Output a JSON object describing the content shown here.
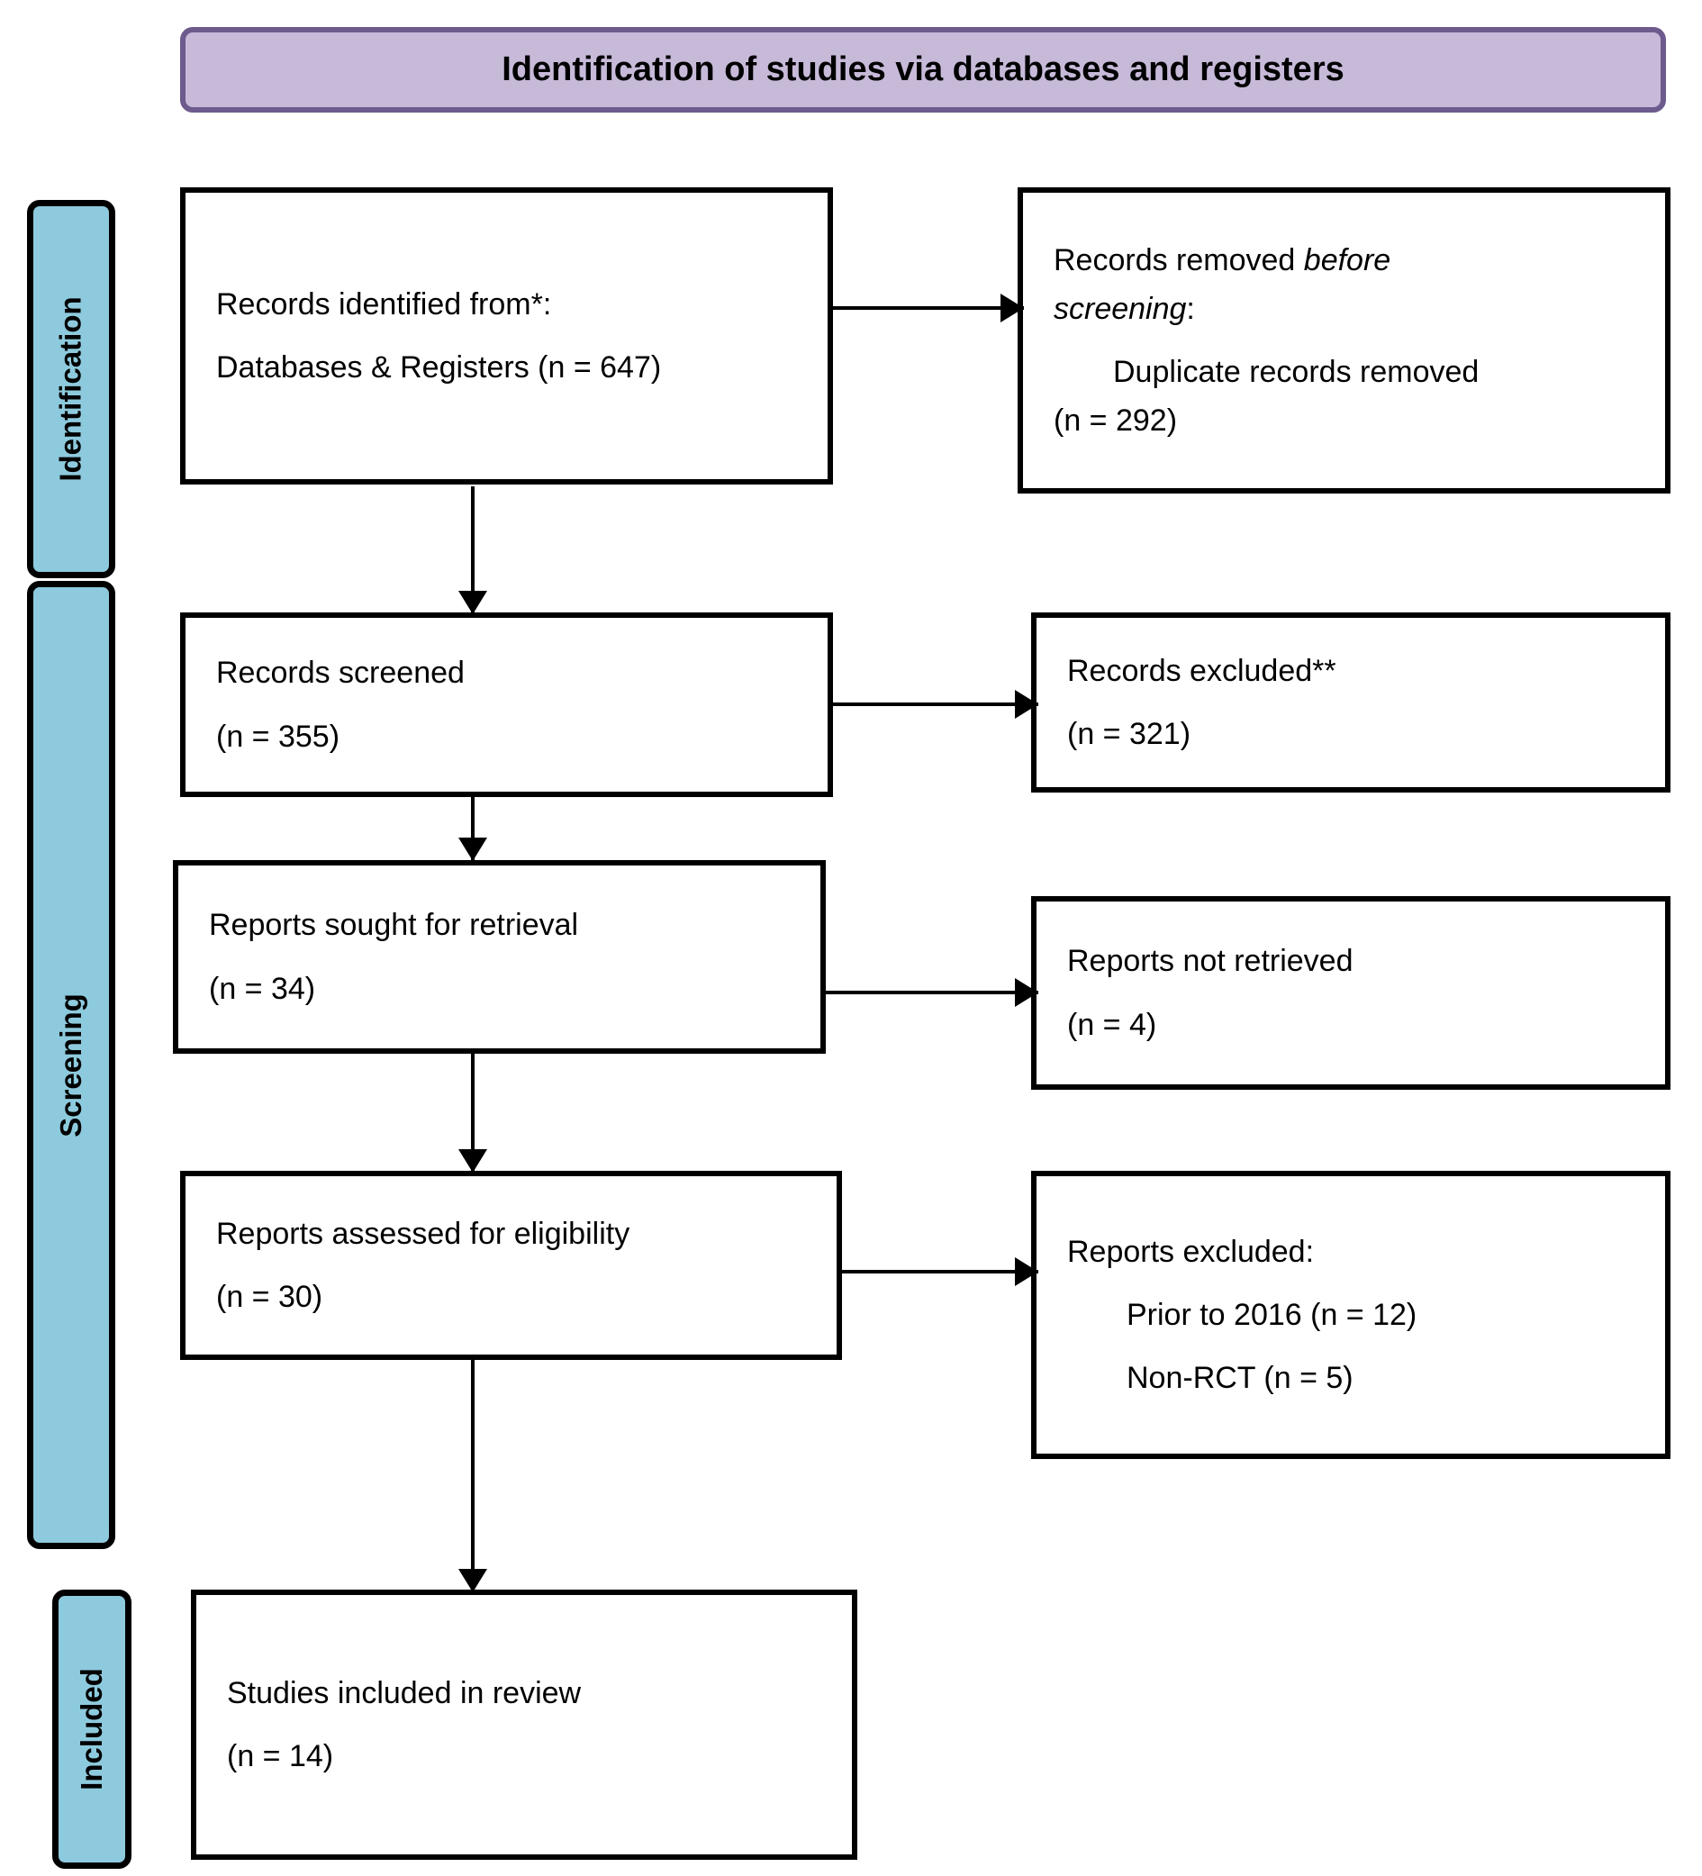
{
  "header": {
    "title": "Identification of studies via databases and registers",
    "fill_color": "#c7bad9",
    "border_color": "#6d5b8d"
  },
  "phases": {
    "fill_color": "#8ecadd",
    "items": [
      {
        "id": "identification",
        "label": "Identification"
      },
      {
        "id": "screening",
        "label": "Screening"
      },
      {
        "id": "included",
        "label": "Included"
      }
    ]
  },
  "boxes": {
    "identified": {
      "line1": "Records identified from*:",
      "line2": "Databases & Registers (n = 647)"
    },
    "removed": {
      "line1_a": "Records removed ",
      "line1_b": "before",
      "line2_a": "screening",
      "line2_b": ":",
      "line3": "Duplicate records removed",
      "line4": "(n = 292)"
    },
    "screened": {
      "line1": "Records screened",
      "line2": "(n = 355)"
    },
    "excluded": {
      "line1": "Records excluded**",
      "line2": "(n = 321)"
    },
    "sought": {
      "line1": "Reports sought for retrieval",
      "line2": "(n = 34)"
    },
    "not_retrieved": {
      "line1": "Reports not retrieved",
      "line2": "(n = 4)"
    },
    "assessed": {
      "line1": "Reports assessed for eligibility",
      "line2": "(n = 30)"
    },
    "reports_excluded": {
      "line1": "Reports excluded:",
      "line2": "Prior to 2016 (n = 12)",
      "line3": "Non-RCT (n = 5)"
    },
    "included": {
      "line1": "Studies included in review",
      "line2": "(n = 14)"
    }
  },
  "chart_data": {
    "type": "diagram",
    "title": "Identification of studies via databases and registers",
    "nodes": [
      {
        "id": "identified",
        "label": "Records identified from*: Databases & Registers",
        "n": 647,
        "phase": "Identification"
      },
      {
        "id": "removed",
        "label": "Records removed before screening: Duplicate records removed",
        "n": 292,
        "phase": "Identification"
      },
      {
        "id": "screened",
        "label": "Records screened",
        "n": 355,
        "phase": "Screening"
      },
      {
        "id": "excluded",
        "label": "Records excluded**",
        "n": 321,
        "phase": "Screening"
      },
      {
        "id": "sought",
        "label": "Reports sought for retrieval",
        "n": 34,
        "phase": "Screening"
      },
      {
        "id": "not_retrieved",
        "label": "Reports not retrieved",
        "n": 4,
        "phase": "Screening"
      },
      {
        "id": "assessed",
        "label": "Reports assessed for eligibility",
        "n": 30,
        "phase": "Screening"
      },
      {
        "id": "reports_excluded_prior",
        "label": "Prior to 2016",
        "n": 12,
        "phase": "Screening"
      },
      {
        "id": "reports_excluded_nonrct",
        "label": "Non-RCT",
        "n": 5,
        "phase": "Screening"
      },
      {
        "id": "included",
        "label": "Studies included in review",
        "n": 14,
        "phase": "Included"
      }
    ],
    "edges": [
      {
        "from": "identified",
        "to": "removed",
        "direction": "right"
      },
      {
        "from": "identified",
        "to": "screened",
        "direction": "down"
      },
      {
        "from": "screened",
        "to": "excluded",
        "direction": "right"
      },
      {
        "from": "screened",
        "to": "sought",
        "direction": "down"
      },
      {
        "from": "sought",
        "to": "not_retrieved",
        "direction": "right"
      },
      {
        "from": "sought",
        "to": "assessed",
        "direction": "down"
      },
      {
        "from": "assessed",
        "to": "reports_excluded_prior",
        "direction": "right"
      },
      {
        "from": "assessed",
        "to": "included",
        "direction": "down"
      }
    ]
  }
}
